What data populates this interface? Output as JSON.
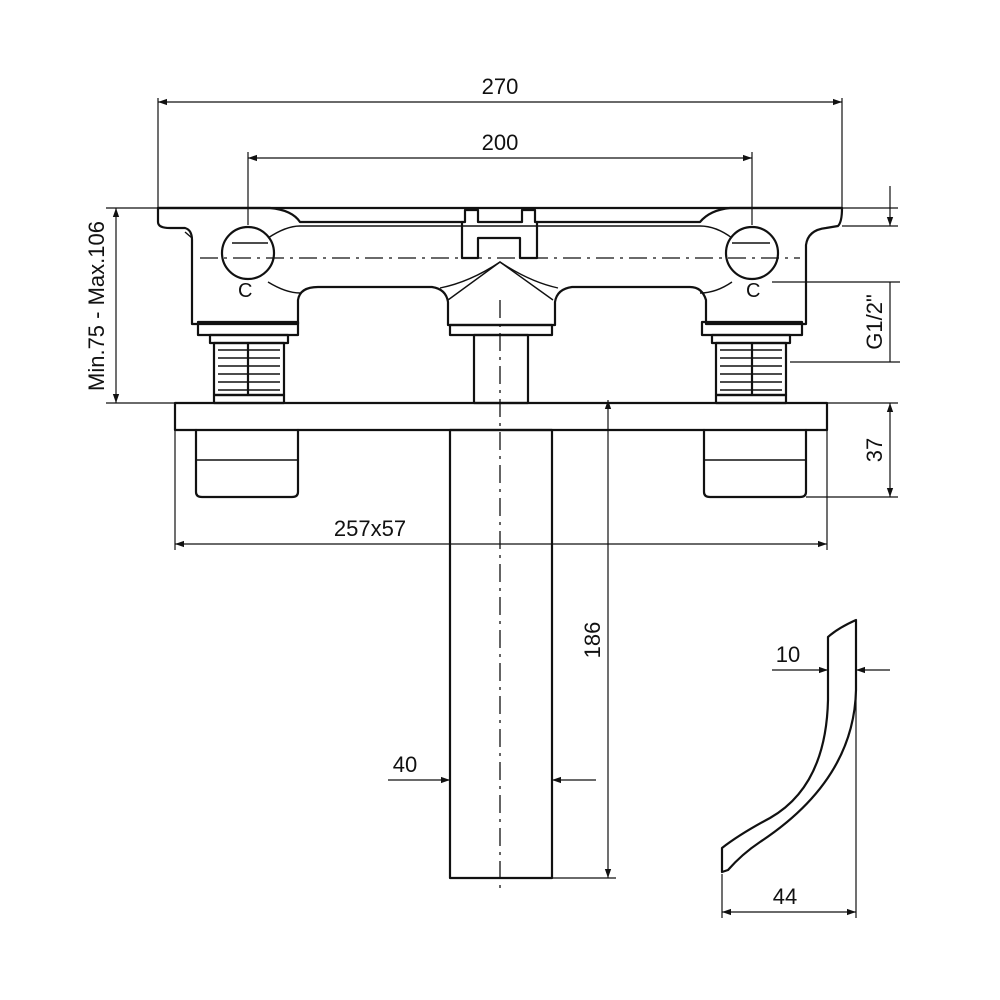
{
  "dimensions": {
    "overall_width": "270",
    "handle_spacing": "200",
    "height_range": "Min.75  -  Max.106",
    "thread": "G1/2\"",
    "escutcheon_height": "37",
    "escutcheon_size": "257x57",
    "spout_length": "186",
    "spout_width": "40",
    "profile_thickness": "10",
    "profile_depth": "44"
  },
  "markings": {
    "cold_left": "C",
    "hot_right": "C"
  }
}
